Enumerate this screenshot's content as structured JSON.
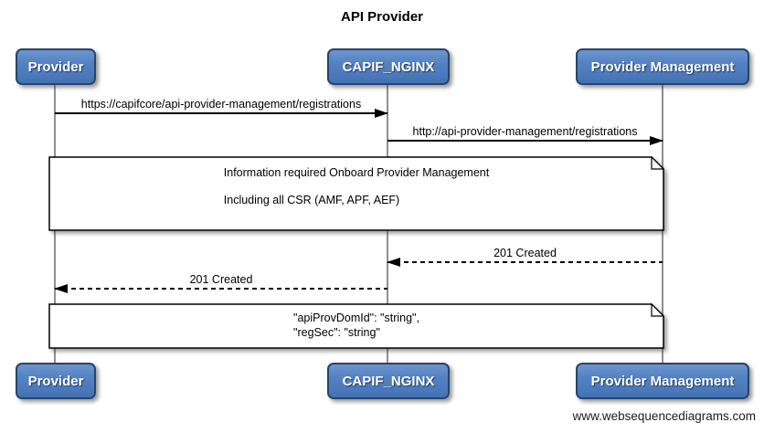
{
  "title": "API Provider",
  "actors": [
    {
      "label": "Provider"
    },
    {
      "label": "CAPIF_NGINX"
    },
    {
      "label": "Provider Management"
    }
  ],
  "messages": [
    {
      "label": "https://capifcore/api-provider-management/registrations",
      "from": "Provider",
      "to": "CAPIF_NGINX",
      "line": "solid"
    },
    {
      "label": "http://api-provider-management/registrations",
      "from": "CAPIF_NGINX",
      "to": "Provider Management",
      "line": "solid"
    },
    {
      "label": "201 Created",
      "from": "Provider Management",
      "to": "CAPIF_NGINX",
      "line": "dashed"
    },
    {
      "label": "201 Created",
      "from": "CAPIF_NGINX",
      "to": "Provider",
      "line": "dashed"
    }
  ],
  "notes": [
    {
      "lines": [
        "Information required Onboard Provider Management",
        "Including all CSR (AMF, APF, AEF)"
      ]
    },
    {
      "lines": [
        "\"apiProvDomId\": \"string\",",
        "\"regSec\": \"string\""
      ]
    }
  ],
  "watermark": "www.websequencediagrams.com",
  "colors": {
    "actor_fill": "#4d7abc",
    "actor_border": "#26456a",
    "actor_text": "#ffffff",
    "lifeline": "#909090",
    "arrow": "#000000",
    "note_bg": "#ffffff",
    "note_border": "#000000",
    "background": "#ffffff"
  }
}
